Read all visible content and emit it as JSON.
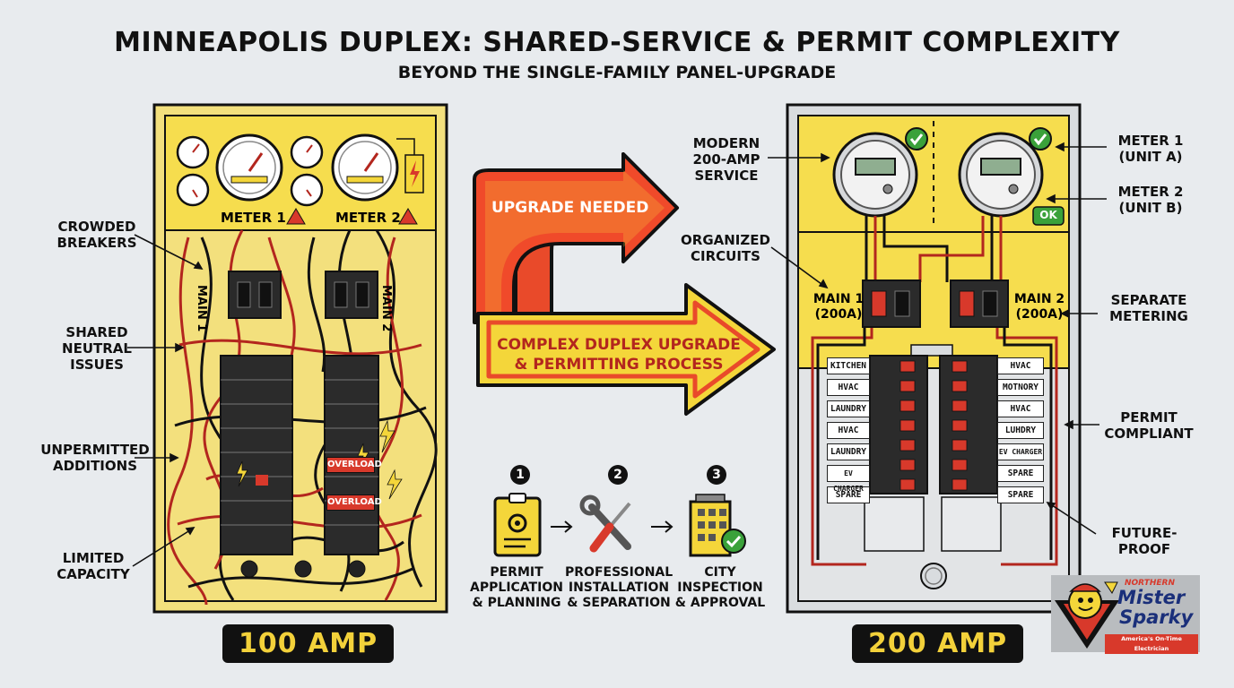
{
  "header": {
    "title": "MINNEAPOLIS DUPLEX: SHARED-SERVICE & PERMIT COMPLEXITY",
    "subtitle": "BEYOND THE SINGLE-FAMILY PANEL-UPGRADE"
  },
  "left_panel": {
    "meter1": "METER 1",
    "meter2": "METER 2",
    "main1": "MAIN 1",
    "main2": "MAIN 2",
    "overload1": "OVERLOAD",
    "overload2": "OVERLOAD",
    "badge": "100 AMP",
    "callouts": [
      {
        "l1": "CROWDED",
        "l2": "BREAKERS"
      },
      {
        "l1": "SHARED",
        "l2": "NEUTRAL",
        "l3": "ISSUES"
      },
      {
        "l1": "UNPERMITTED",
        "l2": "ADDITIONS"
      },
      {
        "l1": "LIMITED",
        "l2": "CAPACITY"
      }
    ]
  },
  "middle": {
    "upgrade_needed": "UPGRADE NEEDED",
    "process_l1": "COMPLEX DUPLEX UPGRADE",
    "process_l2": "& PERMITTING PROCESS",
    "steps": [
      {
        "num": "1",
        "l1": "PERMIT",
        "l2": "APPLICATION",
        "l3": "& PLANNING",
        "icon": "clipboard-gear-icon"
      },
      {
        "num": "2",
        "l1": "PROFESSIONAL",
        "l2": "INSTALLATION",
        "l3": "& SEPARATION",
        "icon": "wrench-screwdriver-icon"
      },
      {
        "num": "3",
        "l1": "CITY",
        "l2": "INSPECTION",
        "l3": "& APPROVAL",
        "icon": "building-check-icon"
      }
    ]
  },
  "right_panel": {
    "main1_l1": "MAIN 1",
    "main1_l2": "(200A)",
    "main2_l1": "MAIN 2",
    "main2_l2": "(200A)",
    "ok_badge": "OK",
    "badge": "200 AMP",
    "left_circuits": [
      "KITCHEN",
      "HVAC",
      "LAUNDRY",
      "HVAC",
      "LAUNDRY",
      "EV CHARGER",
      "SPARE"
    ],
    "right_circuits": [
      "HVAC",
      "MOTNORY",
      "HVAC",
      "LUHDRY",
      "EV CHARGER",
      "SPARE",
      "SPARE"
    ],
    "callouts_left": [
      {
        "l1": "MODERN",
        "l2": "200-AMP",
        "l3": "SERVICE"
      },
      {
        "l1": "ORGANIZED",
        "l2": "CIRCUITS"
      }
    ],
    "callouts_right": [
      {
        "l1": "METER 1",
        "l2": "(UNIT A)"
      },
      {
        "l1": "METER 2",
        "l2": "(UNIT B)"
      },
      {
        "l1": "SEPARATE",
        "l2": "METERING"
      },
      {
        "l1": "PERMIT",
        "l2": "COMPLIANT"
      },
      {
        "l1": "FUTURE-",
        "l2": "PROOF"
      }
    ]
  },
  "logo": {
    "top": "NORTHERN",
    "name1": "Mister",
    "name2": "Sparky",
    "tagline": "America's On-Time Electrician"
  },
  "colors": {
    "panel_yellow": "#f5e27a",
    "bright_yellow": "#f4d63a",
    "wire_red": "#b3261e",
    "arrow_red": "#d8392b",
    "ok_green": "#3aa13a",
    "badge_black": "#111111"
  }
}
